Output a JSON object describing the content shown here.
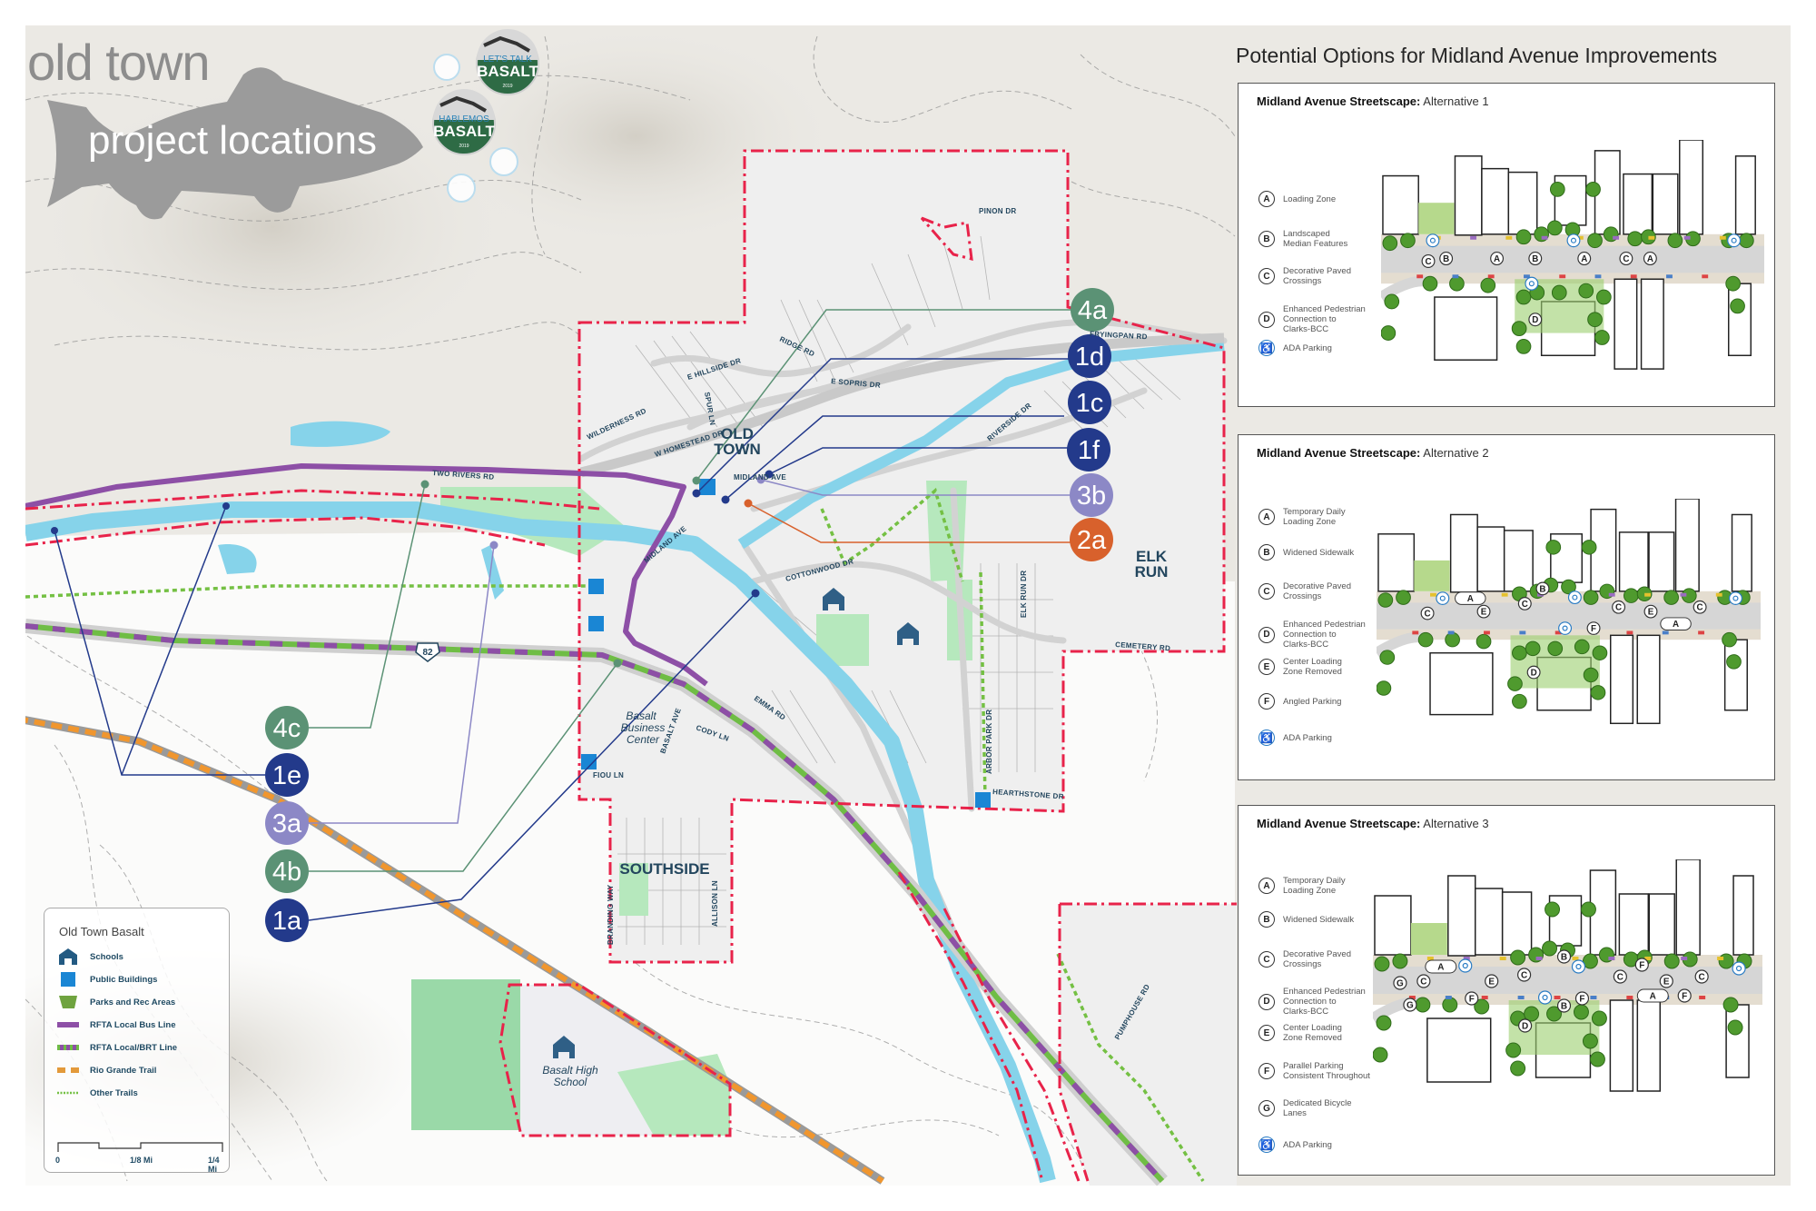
{
  "header": {
    "old_town": "old town",
    "project_locations": "project locations"
  },
  "badges": [
    {
      "top": "LET'S TALK",
      "main": "BASALT",
      "year": "2019"
    },
    {
      "top": "HABLEMOS",
      "main": "BASALT",
      "year": "2019"
    }
  ],
  "markers": [
    {
      "id": "4a",
      "color": "#5b9275"
    },
    {
      "id": "1d",
      "color": "#233a8b"
    },
    {
      "id": "1c",
      "color": "#233a8b"
    },
    {
      "id": "1f",
      "color": "#233a8b"
    },
    {
      "id": "3b",
      "color": "#8c88c6"
    },
    {
      "id": "2a",
      "color": "#d8612c"
    },
    {
      "id": "4c",
      "color": "#5b9275"
    },
    {
      "id": "1e",
      "color": "#233a8b"
    },
    {
      "id": "3a",
      "color": "#8c88c6"
    },
    {
      "id": "4b",
      "color": "#5b9275"
    },
    {
      "id": "1a",
      "color": "#233a8b"
    }
  ],
  "places": {
    "old_town_1": "OLD",
    "old_town_2": "TOWN",
    "elk_run_1": "ELK",
    "elk_run_2": "RUN",
    "southside": "SOUTHSIDE",
    "business_1": "Basalt",
    "business_2": "Business",
    "business_3": "Center",
    "high_school_1": "Basalt High",
    "high_school_2": "School",
    "highway_shield": "82"
  },
  "roads": {
    "pinon": "PINON DR",
    "fryingpan": "FRYINGPAN RD",
    "ridge": "RIDGE RD",
    "hillside": "E HILLSIDE DR",
    "sopris": "E SOPRIS DR",
    "spur": "SPUR LN",
    "wilderness": "WILDERNESS RD",
    "homestead": "W HOMESTEAD DR",
    "midland_ave": "MIDLAND AVE",
    "midland_ave_2": "MIDLAND AVE",
    "two_rivers": "TWO RIVERS RD",
    "riverside": "RIVERSIDE DR",
    "cottonwood": "COTTONWOOD DR",
    "elk_run_dr": "ELK RUN DR",
    "cemetery": "CEMETERY RD",
    "arbor_park": "ARBOR PARK DR",
    "hearthstone": "HEARTHSTONE DR",
    "emma": "EMMA RD",
    "cody": "CODY LN",
    "basalt_ave": "BASALT AVE",
    "fiou": "FIOU LN",
    "branding": "BRANDING WAY",
    "allison": "ALLISON LN",
    "pumphouse": "PUMPHOUSE RD"
  },
  "legend": {
    "title": "Old Town Basalt",
    "items": [
      {
        "label": "Schools",
        "icon": "school-icon"
      },
      {
        "label": "Public Buildings",
        "icon": "public-building-icon"
      },
      {
        "label": "Parks and Rec Areas",
        "icon": "park-icon"
      },
      {
        "label": "RFTA Local Bus Line",
        "icon": "bus-line-icon"
      },
      {
        "label": "RFTA Local/BRT Line",
        "icon": "brt-line-icon"
      },
      {
        "label": "Rio Grande Trail",
        "icon": "rio-grande-trail-icon"
      },
      {
        "label": "Other Trails",
        "icon": "other-trails-icon"
      }
    ],
    "scale": {
      "zero": "0",
      "mid": "1/8 Mi",
      "end": "1/4 Mi"
    }
  },
  "colors": {
    "boundary": "#e8234a",
    "river": "#86d3ea",
    "park": "#b6e8bd",
    "bus": "#8d4fa6",
    "brt_green": "#6fbd45",
    "trail": "#f0962e",
    "building": "#1a86d4",
    "school": "#2f5f86"
  },
  "options": {
    "heading": "Potential Options for Midland Avenue Improvements",
    "panels": [
      {
        "title_bold": "Midland Avenue Streetscape:",
        "title_alt": "Alternative 1",
        "items": [
          {
            "key": "A",
            "label": "Loading Zone"
          },
          {
            "key": "B",
            "label": "Landscaped\nMedian Features"
          },
          {
            "key": "C",
            "label": "Decorative Paved\nCrossings"
          },
          {
            "key": "D",
            "label": "Enhanced Pedestrian\nConnection to\nClarks-BCC"
          },
          {
            "key": "♿",
            "label": "ADA Parking"
          }
        ],
        "plan_labels": [
          "C",
          "B",
          "A",
          "B",
          "A",
          "C",
          "A",
          "D"
        ]
      },
      {
        "title_bold": "Midland Avenue Streetscape:",
        "title_alt": "Alternative 2",
        "items": [
          {
            "key": "A",
            "label": "Temporary Daily\nLoading Zone"
          },
          {
            "key": "B",
            "label": "Widened Sidewalk"
          },
          {
            "key": "C",
            "label": "Decorative Paved\nCrossings"
          },
          {
            "key": "D",
            "label": "Enhanced Pedestrian\nConnection to\nClarks-BCC"
          },
          {
            "key": "E",
            "label": "Center Loading\nZone Removed"
          },
          {
            "key": "F",
            "label": "Angled Parking"
          },
          {
            "key": "♿",
            "label": "ADA Parking"
          }
        ],
        "plan_labels": [
          "A",
          "C",
          "E",
          "C",
          "B",
          "C",
          "E",
          "C",
          "A",
          "F",
          "D"
        ]
      },
      {
        "title_bold": "Midland Avenue Streetscape:",
        "title_alt": "Alternative 3",
        "items": [
          {
            "key": "A",
            "label": "Temporary Daily\nLoading Zone"
          },
          {
            "key": "B",
            "label": "Widened Sidewalk"
          },
          {
            "key": "C",
            "label": "Decorative Paved\nCrossings"
          },
          {
            "key": "D",
            "label": "Enhanced Pedestrian\nConnection to\nClarks-BCC"
          },
          {
            "key": "E",
            "label": "Center Loading\nZone Removed"
          },
          {
            "key": "F",
            "label": "Parallel Parking\nConsistent Throughout"
          },
          {
            "key": "G",
            "label": "Dedicated Bicycle Lanes"
          },
          {
            "key": "♿",
            "label": "ADA Parking"
          }
        ],
        "plan_labels": [
          "A",
          "G",
          "C",
          "E",
          "C",
          "B",
          "F",
          "E",
          "C",
          "C",
          "G",
          "F",
          "B",
          "F",
          "A",
          "F",
          "D"
        ]
      }
    ]
  }
}
